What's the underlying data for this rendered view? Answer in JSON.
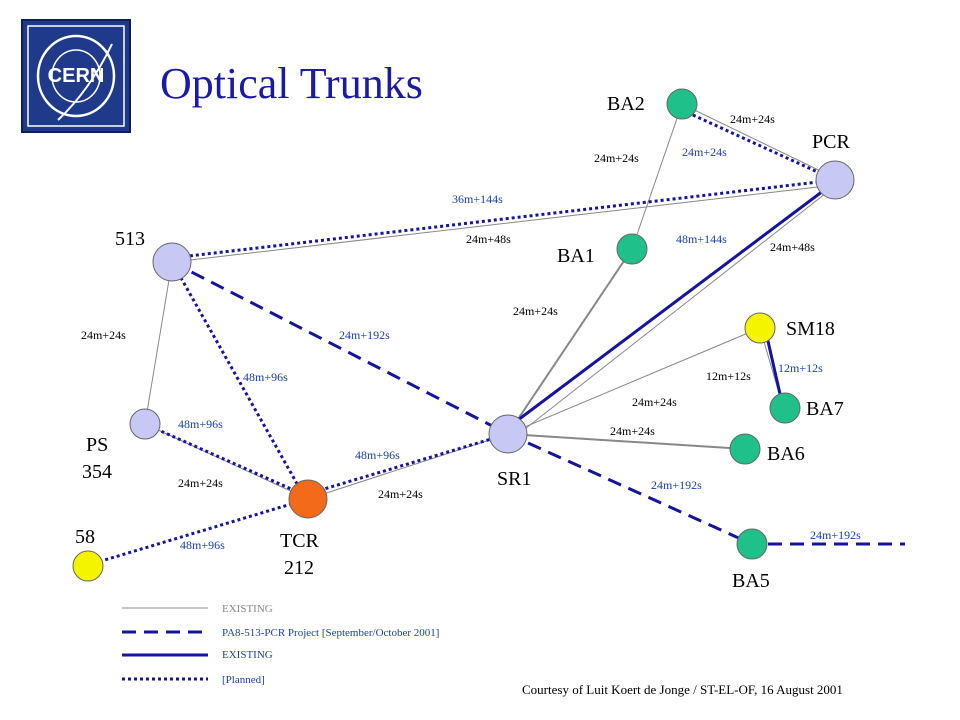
{
  "title": "Optical Trunks",
  "logo": {
    "text": "CERN",
    "colors": {
      "bg": "#1f3a8a",
      "fg": "#ffffff"
    }
  },
  "colors": {
    "existing_thin": "#888888",
    "blue_dark": "#1414a0",
    "blue_line": "#1a3fb0",
    "node_lav": "#c8c8f4",
    "node_green": "#20c08a",
    "node_yellow": "#f4f400",
    "node_orange": "#f26a1a"
  },
  "nodes": {
    "ba2": "BA2",
    "pcr": "PCR",
    "n513": "513",
    "ba1": "BA1",
    "sm18": "SM18",
    "ba7": "BA7",
    "ps_line1": "PS",
    "ps_line2": "354",
    "sr1": "SR1",
    "ba6": "BA6",
    "n58": "58",
    "tcr_line1": "TCR",
    "tcr_line2": "212",
    "ba5": "BA5"
  },
  "edges": {
    "ba2_pcr_existing": "24m+24s",
    "ba2_pcr_planned": "24m+24s",
    "ba1_ba2": "24m+24s",
    "n513_pcr_planned": "36m+144s",
    "n513_pcr_existing": "24m+48s",
    "sr1_pcr_blue": "48m+144s",
    "sr1_pcr_existing": "24m+48s",
    "sr1_ba1": "24m+24s",
    "n513_ps": "24m+24s",
    "n513_sr1_project": "24m+192s",
    "n513_tcr_planned": "48m+96s",
    "sm18_ba7_existing": "12m+12s",
    "sm18_ba7_blue": "12m+12s",
    "sr1_sm18": "24m+24s",
    "sr1_ba6": "24m+24s",
    "ps_tcr_planned": "48m+96s",
    "ps_tcr_existing": "24m+24s",
    "tcr_sr1_planned": "48m+96s",
    "tcr_sr1_existing": "24m+24s",
    "sr1_ba5_project": "24m+192s",
    "ba5_out_project": "24m+192s",
    "n58_tcr_planned": "48m+96s"
  },
  "legend": {
    "existing_thin": "EXISTING",
    "project": "PA8-513-PCR Project [September/October 2001]",
    "existing_blue": "EXISTING",
    "planned": "[Planned]"
  },
  "courtesy": "Courtesy of Luit Koert de Jonge / ST-EL-OF,  16 August 2001"
}
